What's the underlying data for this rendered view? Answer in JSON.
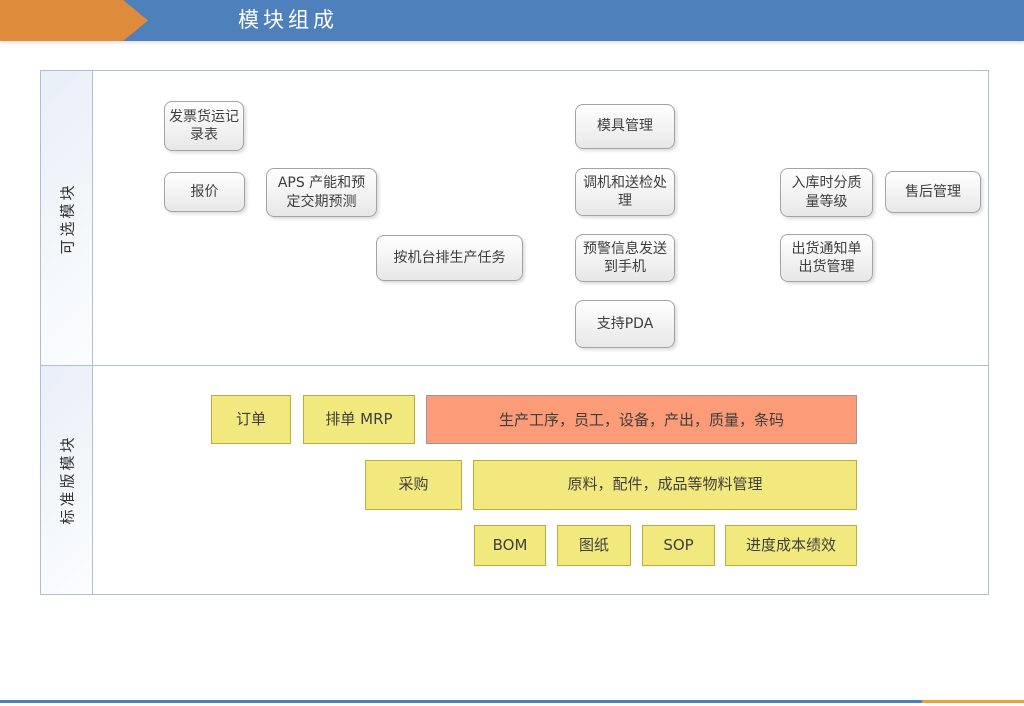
{
  "header": {
    "title": "模块组成"
  },
  "colors": {
    "header_blue": "#4e81bc",
    "arrow_orange": "#df8b3c",
    "frame_border": "#aebfd4",
    "grey_box_border": "#a3a3a3",
    "yellow_fill": "#f2e97e",
    "yellow_border": "#bdae3c",
    "salmon_fill": "#fb9b77",
    "footer_blue": "#4e81bc",
    "footer_orange": "#e9a13b"
  },
  "sections": {
    "optional": {
      "label": "可选模块",
      "boxes": [
        {
          "label": "发票货运记录表"
        },
        {
          "label": "报价"
        },
        {
          "label": "APS 产能和预定交期预测"
        },
        {
          "label": "按机台排生产任务"
        },
        {
          "label": "模具管理"
        },
        {
          "label": "调机和送检处理"
        },
        {
          "label": "预警信息发送到手机"
        },
        {
          "label": "支持PDA"
        },
        {
          "label": "入库时分质量等级"
        },
        {
          "label": "售后管理"
        },
        {
          "label": "出货通知单出货管理"
        }
      ]
    },
    "standard": {
      "label": "标准版模块",
      "boxes": [
        {
          "label": "订单"
        },
        {
          "label": "排单 MRP"
        },
        {
          "label": "生产工序，员工，设备，产出，质量，条码"
        },
        {
          "label": "采购"
        },
        {
          "label": "原料，配件，成品等物料管理"
        },
        {
          "label": "BOM"
        },
        {
          "label": "图纸"
        },
        {
          "label": "SOP"
        },
        {
          "label": "进度成本绩效"
        }
      ]
    }
  }
}
